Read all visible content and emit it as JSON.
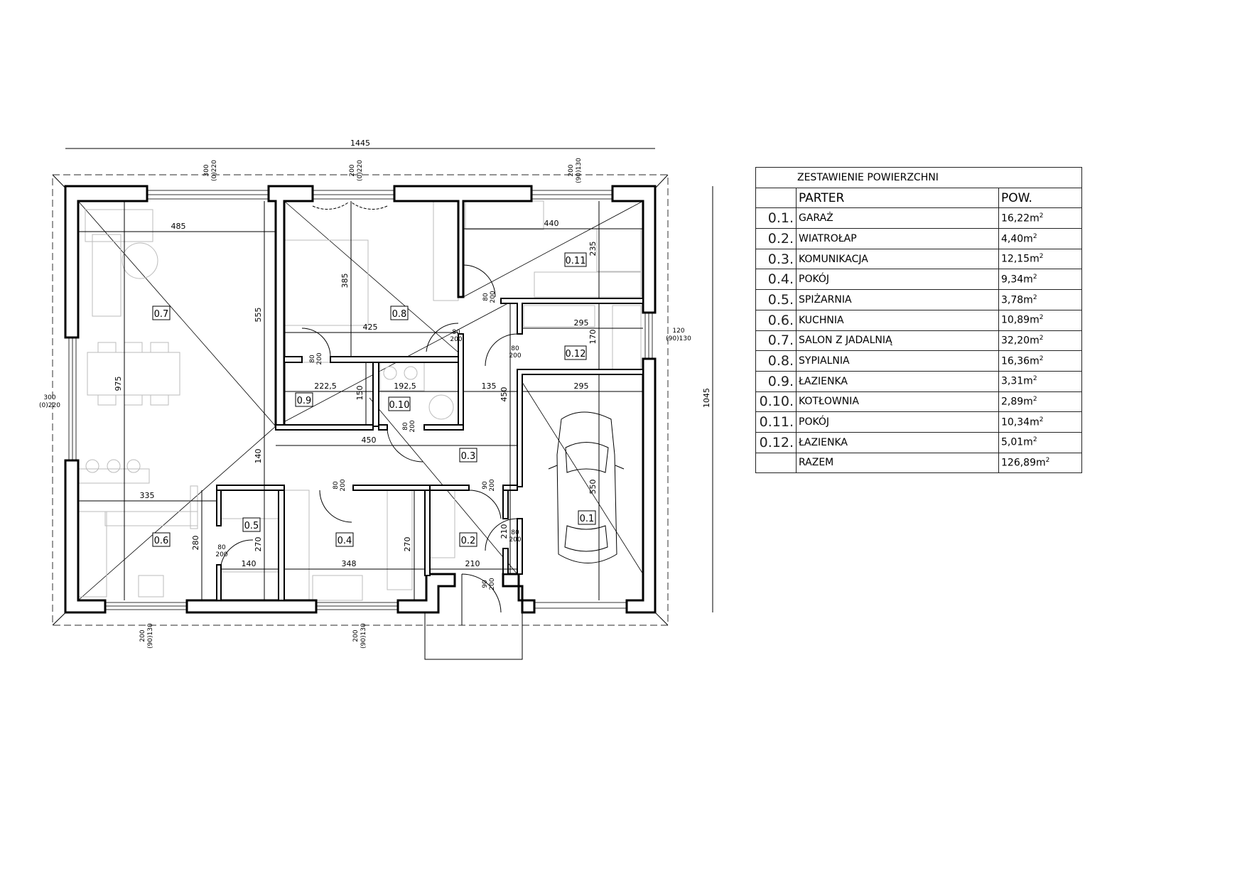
{
  "schedule": {
    "title": "ZESTAWIENIE  POWIERZCHNI",
    "section": "PARTER",
    "area_header": "POW.",
    "unit": "m",
    "unit_exp": "2",
    "rooms": [
      {
        "no": "0.1.",
        "name": "GARAŻ",
        "area": "16,22"
      },
      {
        "no": "0.2.",
        "name": "WIATROŁAP",
        "area": "4,40"
      },
      {
        "no": "0.3.",
        "name": "KOMUNIKACJA",
        "area": "12,15"
      },
      {
        "no": "0.4.",
        "name": "POKÓJ",
        "area": "9,34"
      },
      {
        "no": "0.5.",
        "name": "SPIŻARNIA",
        "area": "3,78"
      },
      {
        "no": "0.6.",
        "name": "KUCHNIA",
        "area": "10,89"
      },
      {
        "no": "0.7.",
        "name": "SALON  Z  JADALNIĄ",
        "area": "32,20"
      },
      {
        "no": "0.8.",
        "name": "SYPIALNIA",
        "area": "16,36"
      },
      {
        "no": "0.9.",
        "name": "ŁAZIENKA",
        "area": "3,31"
      },
      {
        "no": "0.10.",
        "name": "KOTŁOWNIA",
        "area": "2,89"
      },
      {
        "no": "0.11.",
        "name": "POKÓJ",
        "area": "10,34"
      },
      {
        "no": "0.12.",
        "name": "ŁAZIENKA",
        "area": "5,01"
      }
    ],
    "total_label": "RAZEM",
    "total_area": "126,89"
  },
  "plan": {
    "room_tags": [
      "0.7",
      "0.8",
      "0.11",
      "0.12",
      "0.9",
      "0.10",
      "0.3",
      "0.5",
      "0.6",
      "0.4",
      "0.2",
      "0.1"
    ],
    "dimensions": [
      "1445",
      "1045",
      "485",
      "555",
      "975",
      "385",
      "425",
      "440",
      "235",
      "295",
      "170",
      "222,5",
      "150",
      "192,5",
      "135",
      "295",
      "450",
      "450",
      "140",
      "335",
      "280",
      "270",
      "140",
      "348",
      "270",
      "210",
      "210",
      "550"
    ],
    "windows": [
      {
        "w": "300",
        "h": "(0)220"
      },
      {
        "w": "200",
        "h": "(0)220"
      },
      {
        "w": "200",
        "h": "(90)130"
      },
      {
        "w": "300",
        "h": "(0)220"
      },
      {
        "w": "120",
        "h": "(90)130"
      },
      {
        "w": "200",
        "h": "(90)130"
      },
      {
        "w": "200",
        "h": "(90)130"
      }
    ],
    "doors": [
      {
        "w": "80",
        "h": "200"
      },
      {
        "w": "80",
        "h": "200"
      },
      {
        "w": "80",
        "h": "200"
      },
      {
        "w": "80",
        "h": "200"
      },
      {
        "w": "80",
        "h": "200"
      },
      {
        "w": "80",
        "h": "200"
      },
      {
        "w": "80",
        "h": "200"
      },
      {
        "w": "90",
        "h": "200"
      },
      {
        "w": "80",
        "h": "200"
      },
      {
        "w": "90",
        "h": "200"
      }
    ]
  }
}
